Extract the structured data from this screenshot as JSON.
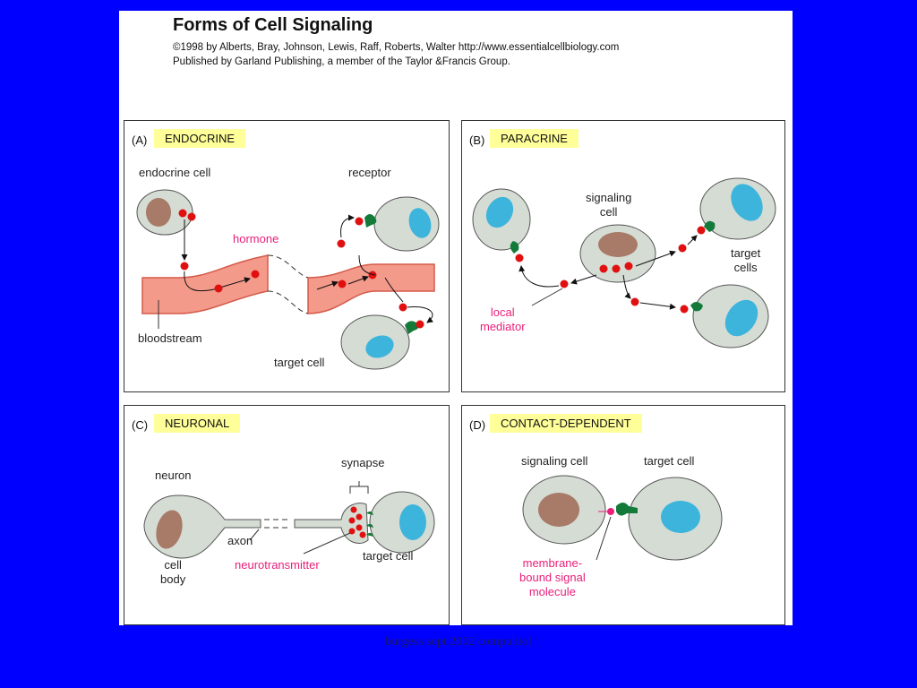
{
  "header": {
    "title": "Forms of Cell Signaling",
    "credit_line1": "©1998 by Alberts, Bray, Johnson, Lewis, Raff, Roberts, Walter   http://www.essentialcellbiology.com",
    "credit_line2": "Published by Garland Publishing, a member of the Taylor &Francis Group."
  },
  "panels": {
    "endocrine": {
      "letter": "(A)",
      "title": "ENDOCRINE",
      "labels": {
        "endocrine_cell": "endocrine cell",
        "receptor": "receptor",
        "hormone": "hormone",
        "bloodstream": "bloodstream",
        "target_cell": "target cell"
      }
    },
    "paracrine": {
      "letter": "(B)",
      "title": "PARACRINE",
      "labels": {
        "signaling_cell": "signaling\ncell",
        "target_cells": "target\ncells",
        "local_mediator": "local\nmediator"
      }
    },
    "neuronal": {
      "letter": "(C)",
      "title": "NEURONAL",
      "labels": {
        "neuron": "neuron",
        "synapse": "synapse",
        "axon": "axon",
        "cell_body": "cell\nbody",
        "neurotransmitter": "neurotransmitter",
        "target_cell": "target cell"
      }
    },
    "contact": {
      "letter": "(D)",
      "title": "CONTACT-DEPENDENT",
      "labels": {
        "signaling_cell": "signaling cell",
        "target_cell": "target cell",
        "membrane_bound": "membrane-\nbound signal\nmolecule"
      }
    }
  },
  "footer": "burgess sept 2002 compubiol",
  "colors": {
    "background": "#0000ff",
    "cell": "#d4dcd4",
    "nucleus_signal": "#a87a68",
    "nucleus_target": "#3db4dc",
    "signal_molecule": "#e01010",
    "receptor": "#137a3a",
    "bloodstream": "#f49a8a",
    "label_highlight": "#ffff99",
    "pink_text": "#e8207a"
  }
}
